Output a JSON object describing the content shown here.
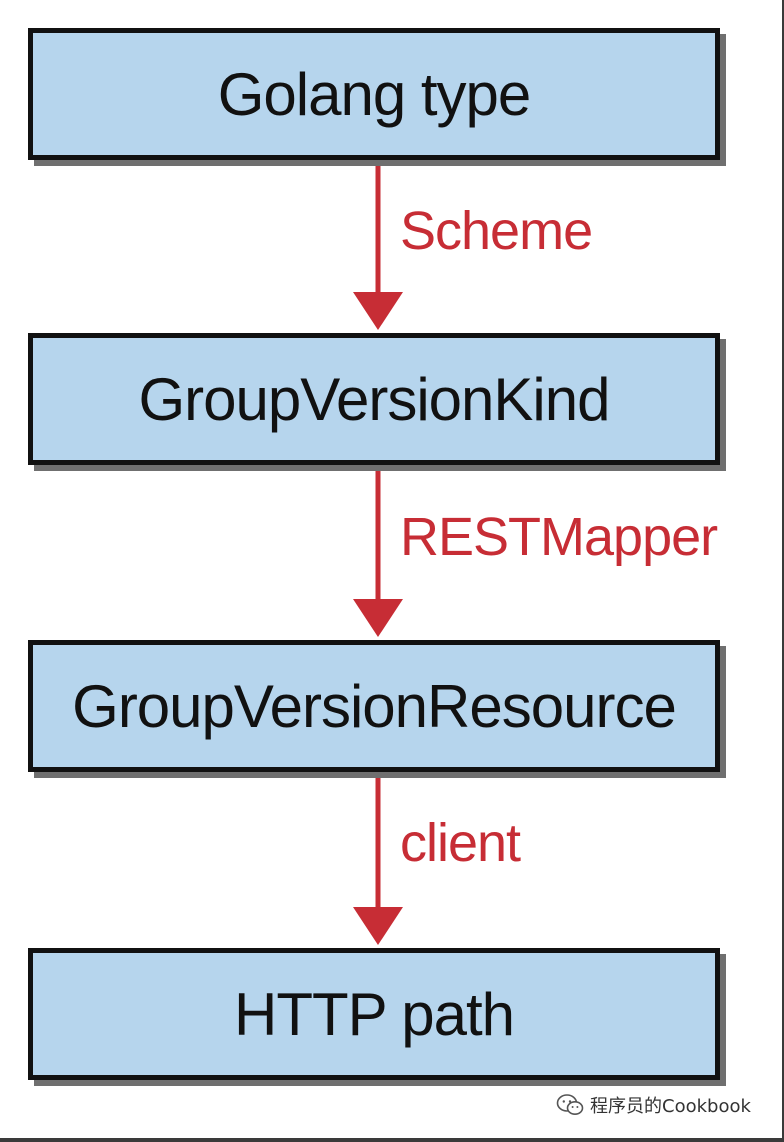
{
  "diagram": {
    "nodes": [
      {
        "label": "Golang type"
      },
      {
        "label": "GroupVersionKind"
      },
      {
        "label": "GroupVersionResource"
      },
      {
        "label": "HTTP path"
      }
    ],
    "edges": [
      {
        "from": 0,
        "to": 1,
        "label": "Scheme"
      },
      {
        "from": 1,
        "to": 2,
        "label": "RESTMapper"
      },
      {
        "from": 2,
        "to": 3,
        "label": "client"
      }
    ],
    "colors": {
      "node_fill": "#b6d5ed",
      "node_border": "#111111",
      "arrow": "#c72d35",
      "edge_label": "#c72d35"
    }
  },
  "watermark": {
    "text": "程序员的Cookbook",
    "icon": "wechat-icon"
  }
}
